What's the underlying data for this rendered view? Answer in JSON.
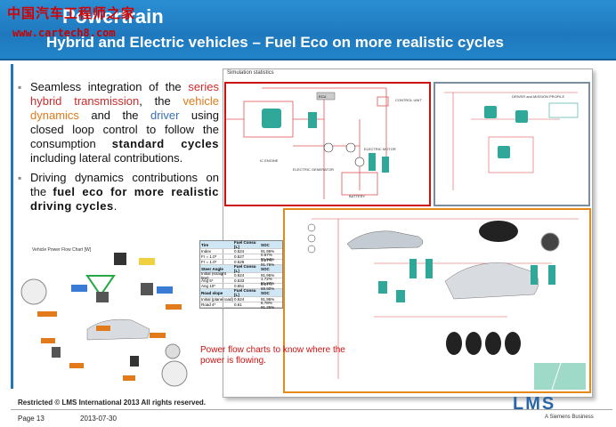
{
  "header": {
    "title": "Powertrain",
    "subtitle": "Hybrid and Electric vehicles – Fuel Eco on more realistic cycles",
    "watermark_cn": "中国汽车工程师之家",
    "watermark_url": "www.cartech8.com"
  },
  "bullets": {
    "b1": {
      "t1": "Seamless integration of the ",
      "t2": "series hybrid transmission",
      "t3": ", the ",
      "t4": "vehicle dynamics",
      "t5": " and the ",
      "t6": "driver",
      "t7": " using closed loop control to follow the consumption ",
      "t8": "standard cycles",
      "t9": " including lateral contributions."
    },
    "b2": {
      "t1": "Driving dynamics contributions on the ",
      "t2": "fuel eco for more realistic driving cycles",
      "t3": "."
    }
  },
  "sim": {
    "title": "Simulation statistics",
    "labels": {
      "control_unit": "CONTROL UNIT",
      "electric_motor": "ELECTRIC MOTOR",
      "ic_engine": "IC ENGINE",
      "electric_generator": "ELECTRIC GENERATOR",
      "battery": "BATTERY",
      "driver_profile": "DRIVER and MISSION PROFILE",
      "ecu": "ECU"
    }
  },
  "left_chart": {
    "caption": "Vehicle Power Flow Chart [W]"
  },
  "table": {
    "sections": [
      {
        "h1": "Tire",
        "h2": "Fuel Consu [L]",
        "h3": "SOC",
        "rows": [
          [
            "Index",
            "0.524",
            "91.95%"
          ],
          [
            "Fr = 1.0*",
            "0.527",
            "0.57% 91.94%"
          ],
          [
            "Fr = 1.0*",
            "0.528",
            "1.27% 91.76%"
          ]
        ]
      },
      {
        "h1": "Steer Angle",
        "h2": "Fuel Consu [L]",
        "h3": "SOC",
        "rows": [
          [
            "Initial (straight line)",
            "0.524",
            "91.95%"
          ],
          [
            "Ang 5*",
            "0.533",
            "1.72% 91.27%"
          ],
          [
            "Ang 10*",
            "0.551",
            "5.07% 88.90%"
          ]
        ]
      },
      {
        "h1": "Road slope",
        "h2": "Fuel Consu [L]",
        "h3": "SOC",
        "rows": [
          [
            "Initial (plane road)",
            "0.524",
            "91.95%"
          ],
          [
            "Road 4*",
            "0.61",
            "6.78% 91.25%"
          ]
        ]
      }
    ]
  },
  "powerflow_text": "Power flow charts to know where the power is flowing.",
  "footer": {
    "restricted": "Restricted © LMS International 2013 All rights reserved.",
    "page": "Page 13",
    "date": "2013-07-30",
    "logo": "LMS",
    "logo_sub": "A Siemens Business"
  },
  "colors": {
    "header": "#1f78bd",
    "accent_red": "#cc1111",
    "accent_orange": "#e38a1b"
  }
}
